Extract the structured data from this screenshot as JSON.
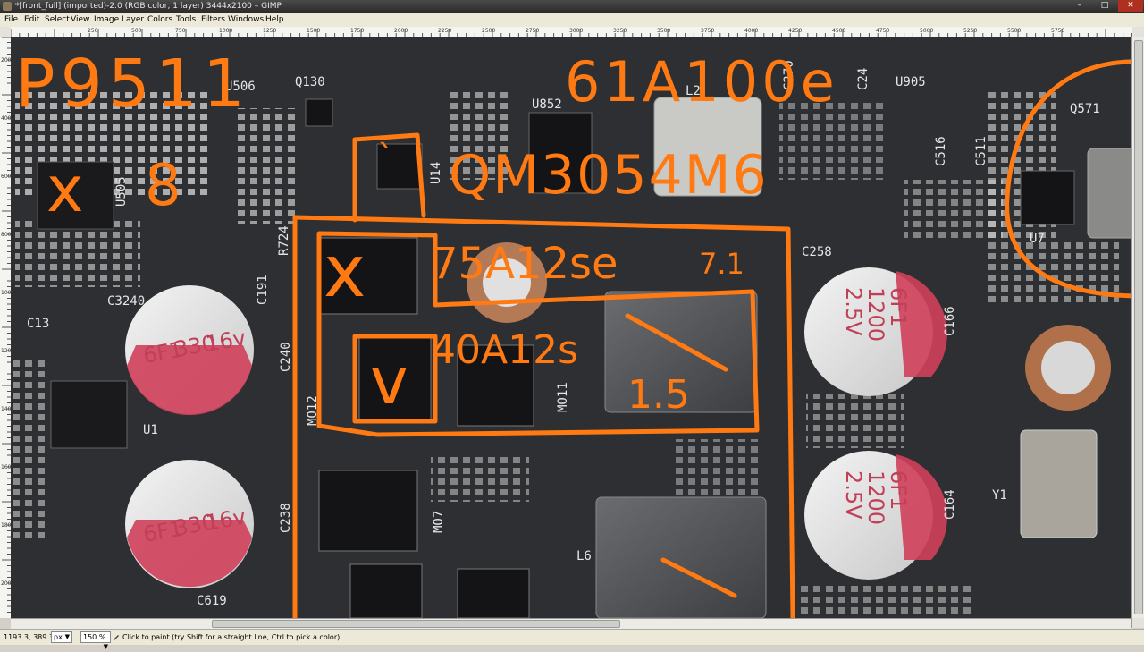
{
  "window": {
    "title": "*[front_full] (imported)-2.0 (RGB color, 1 layer) 3444x2100 – GIMP",
    "minimize_glyph": "–",
    "maximize_glyph": "□",
    "close_glyph": "✕"
  },
  "menubar": {
    "items": [
      "File",
      "Edit",
      "Select",
      "View",
      "Image",
      "Layer",
      "Colors",
      "Tools",
      "Filters",
      "Windows",
      "Help"
    ]
  },
  "ruler": {
    "top_ticks": [
      "250",
      "500",
      "750",
      "1000",
      "1250",
      "1500",
      "1750",
      "2000",
      "2250",
      "2500",
      "2750",
      "3000",
      "3250",
      "3500",
      "3750",
      "4000",
      "4250",
      "4500",
      "4750",
      "5000",
      "5250",
      "5500",
      "5750"
    ],
    "side_ticks": [
      "200",
      "400",
      "600",
      "800",
      "1000",
      "1200",
      "1400",
      "1600",
      "1800",
      "2000"
    ]
  },
  "image": {
    "board_labels": [
      "C3240",
      "C13",
      "U505",
      "U506",
      "Q130",
      "R724",
      "C191",
      "C240",
      "U1",
      "C238",
      "C619",
      "U14",
      "U852",
      "L2",
      "C270",
      "C24",
      "U905",
      "C516",
      "C511",
      "Q571",
      "U7",
      "C258",
      "C166",
      "C164",
      "Y1",
      "MO12",
      "MO11",
      "MO7",
      "L6"
    ],
    "capacitor_labels": [
      {
        "line1": "6F1",
        "line2": "330",
        "line3": "16v"
      },
      {
        "line1": "6F1",
        "line2": "330",
        "line3": "16v"
      },
      {
        "line1": "2.5V",
        "line2": "1200",
        "line3": "6F1"
      },
      {
        "line1": "2.5V",
        "line2": "1200",
        "line3": "6F1"
      }
    ],
    "annotations": {
      "left_top": "P9511",
      "left_mark": "x",
      "left_note": "8",
      "top_right": "61A100e",
      "center_top": "QM3054M6",
      "mosfet_upper": "75A12se",
      "mosfet_upper_note": "7.1",
      "mosfet_upper_mark": "x",
      "mosfet_lower": "40A12s",
      "mosfet_lower_note": "1.5",
      "mosfet_lower_mark": "v",
      "small_mark": "`"
    },
    "colors": {
      "annotation": "#ff7a12",
      "board": "#2a2b2e",
      "capacitor_band": "#d0405a"
    }
  },
  "statusbar": {
    "coords": "1193.3, 389.3",
    "unit": "px",
    "zoom": "150 %",
    "message": "Click to paint (try Shift for a straight line, Ctrl to pick a color)"
  }
}
